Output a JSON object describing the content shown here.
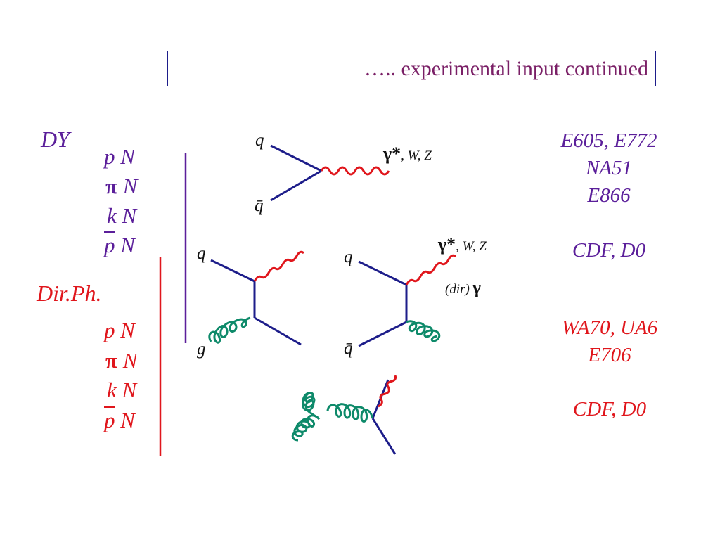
{
  "title": "….. experimental input continued",
  "sections": {
    "dy": "DY",
    "dirph": "Dir.Ph."
  },
  "dy_processes": [
    {
      "beam": "p",
      "target": "N"
    },
    {
      "beam": "π",
      "target": "N"
    },
    {
      "beam": "k",
      "target": "N"
    },
    {
      "beam": "p",
      "target": "N"
    }
  ],
  "dirph_processes": [
    {
      "beam": "p",
      "target": "N"
    },
    {
      "beam": "π",
      "target": "N"
    },
    {
      "beam": "k",
      "target": "N"
    },
    {
      "beam": "p",
      "target": "N"
    }
  ],
  "experiments": {
    "dy_1": "E605, E772",
    "dy_2": "NA51",
    "dy_3": "E866",
    "dy_4": "CDF, D0",
    "ph_1": "WA70, UA6",
    "ph_2": "E706",
    "ph_3": "CDF, D0"
  },
  "diagram_labels": {
    "q": "q",
    "qbar": "q̄",
    "g": "g",
    "gamma_star": "γ*",
    "wz": ", W, Z",
    "dir": "(dir)",
    "gamma": "γ"
  },
  "colors": {
    "purple": "#5b1f9a",
    "red": "#e0161c",
    "navy": "#1d1d8a",
    "green": "#0e8a6a"
  }
}
